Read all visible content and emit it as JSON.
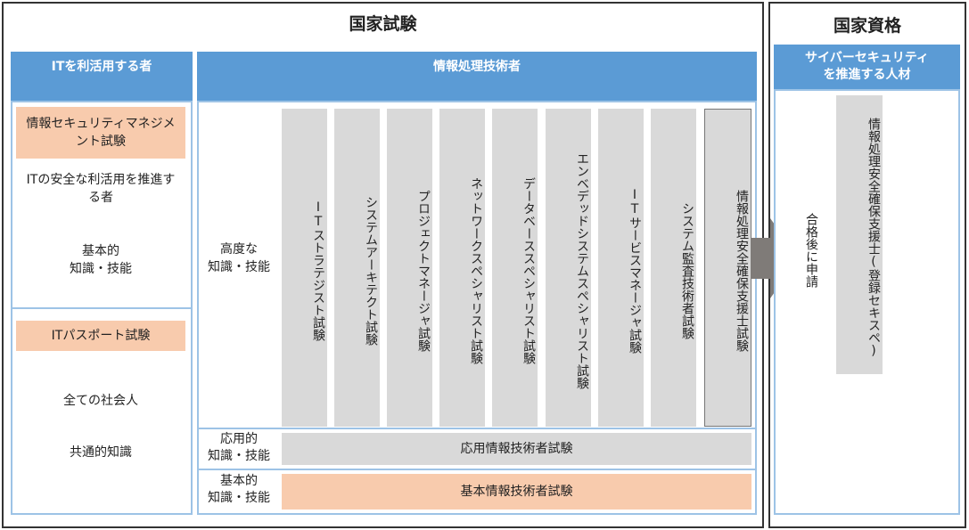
{
  "national_exam": {
    "title": "国家試験"
  },
  "national_qualification": {
    "title": "国家資格"
  },
  "it_users": {
    "header": "ITを利活用する者",
    "sm_exam": "情報セキュリティマネジメント試験",
    "sm_target": "ITの安全な利活用を推進する者",
    "sm_level": "基本的\n知識・技能",
    "ip_exam": "ITパスポート試験",
    "ip_target": "全ての社会人",
    "ip_level": "共通的知識"
  },
  "engineers": {
    "header": "情報処理技術者",
    "advanced_level": "高度な\n知識・技能",
    "advanced_exams": [
      "ITストラテジスト試験",
      "システムアーキテクト試験",
      "プロジェクトマネージャ試験",
      "ネットワークスペシャリスト試験",
      "データベーススペシャリスト試験",
      "エンベデッドシステムスペシャリスト試験",
      "ITサービスマネージャ試験",
      "システム監査技術者試験",
      "情報処理安全確保支援士試験"
    ],
    "applied_level": "応用的\n知識・技能",
    "applied_exam": "応用情報技術者試験",
    "fundamental_level": "基本的\n知識・技能",
    "fundamental_exam": "基本情報技術者試験"
  },
  "cyber": {
    "header": "サイバーセキュリティ\nを推進する人材",
    "arrow_label": "合格後に申請",
    "qualification": "情報処理安全確保支援士(登録セキスペ)"
  },
  "colors": {
    "header": "#5b9bd5",
    "orange": "#f8cbad",
    "gray": "#d9d9d9",
    "arrow": "#7f7b78"
  }
}
